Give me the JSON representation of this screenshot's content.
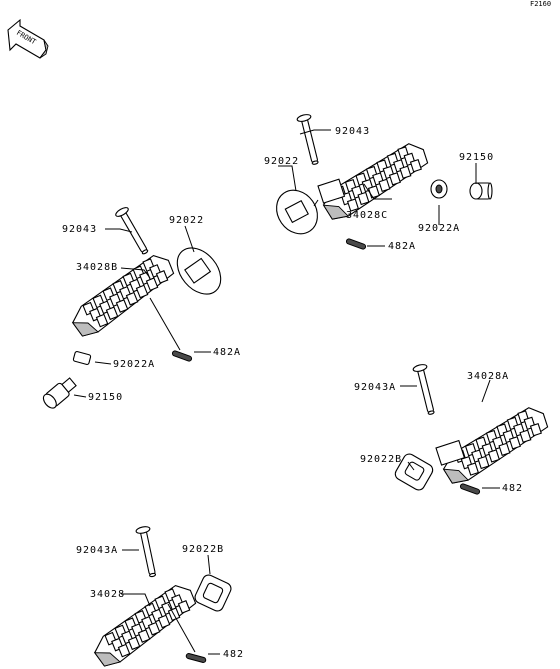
{
  "figure_code": "F2160",
  "front_label": "FRONT",
  "labels": {
    "g2_92043": "92043",
    "g2_92022": "92022",
    "g2_34028C": "34028C",
    "g2_92150": "92150",
    "g2_92022A": "92022A",
    "g2_482A": "482A",
    "g1_92043": "92043",
    "g1_92022": "92022",
    "g1_34028B": "34028B",
    "g1_92022A": "92022A",
    "g1_482A": "482A",
    "g1_92150": "92150",
    "g3_92043A": "92043A",
    "g3_34028A": "34028A",
    "g3_92022B": "92022B",
    "g3_482": "482",
    "g4_92043A": "92043A",
    "g4_92022B": "92022B",
    "g4_34028": "34028",
    "g4_482": "482"
  }
}
